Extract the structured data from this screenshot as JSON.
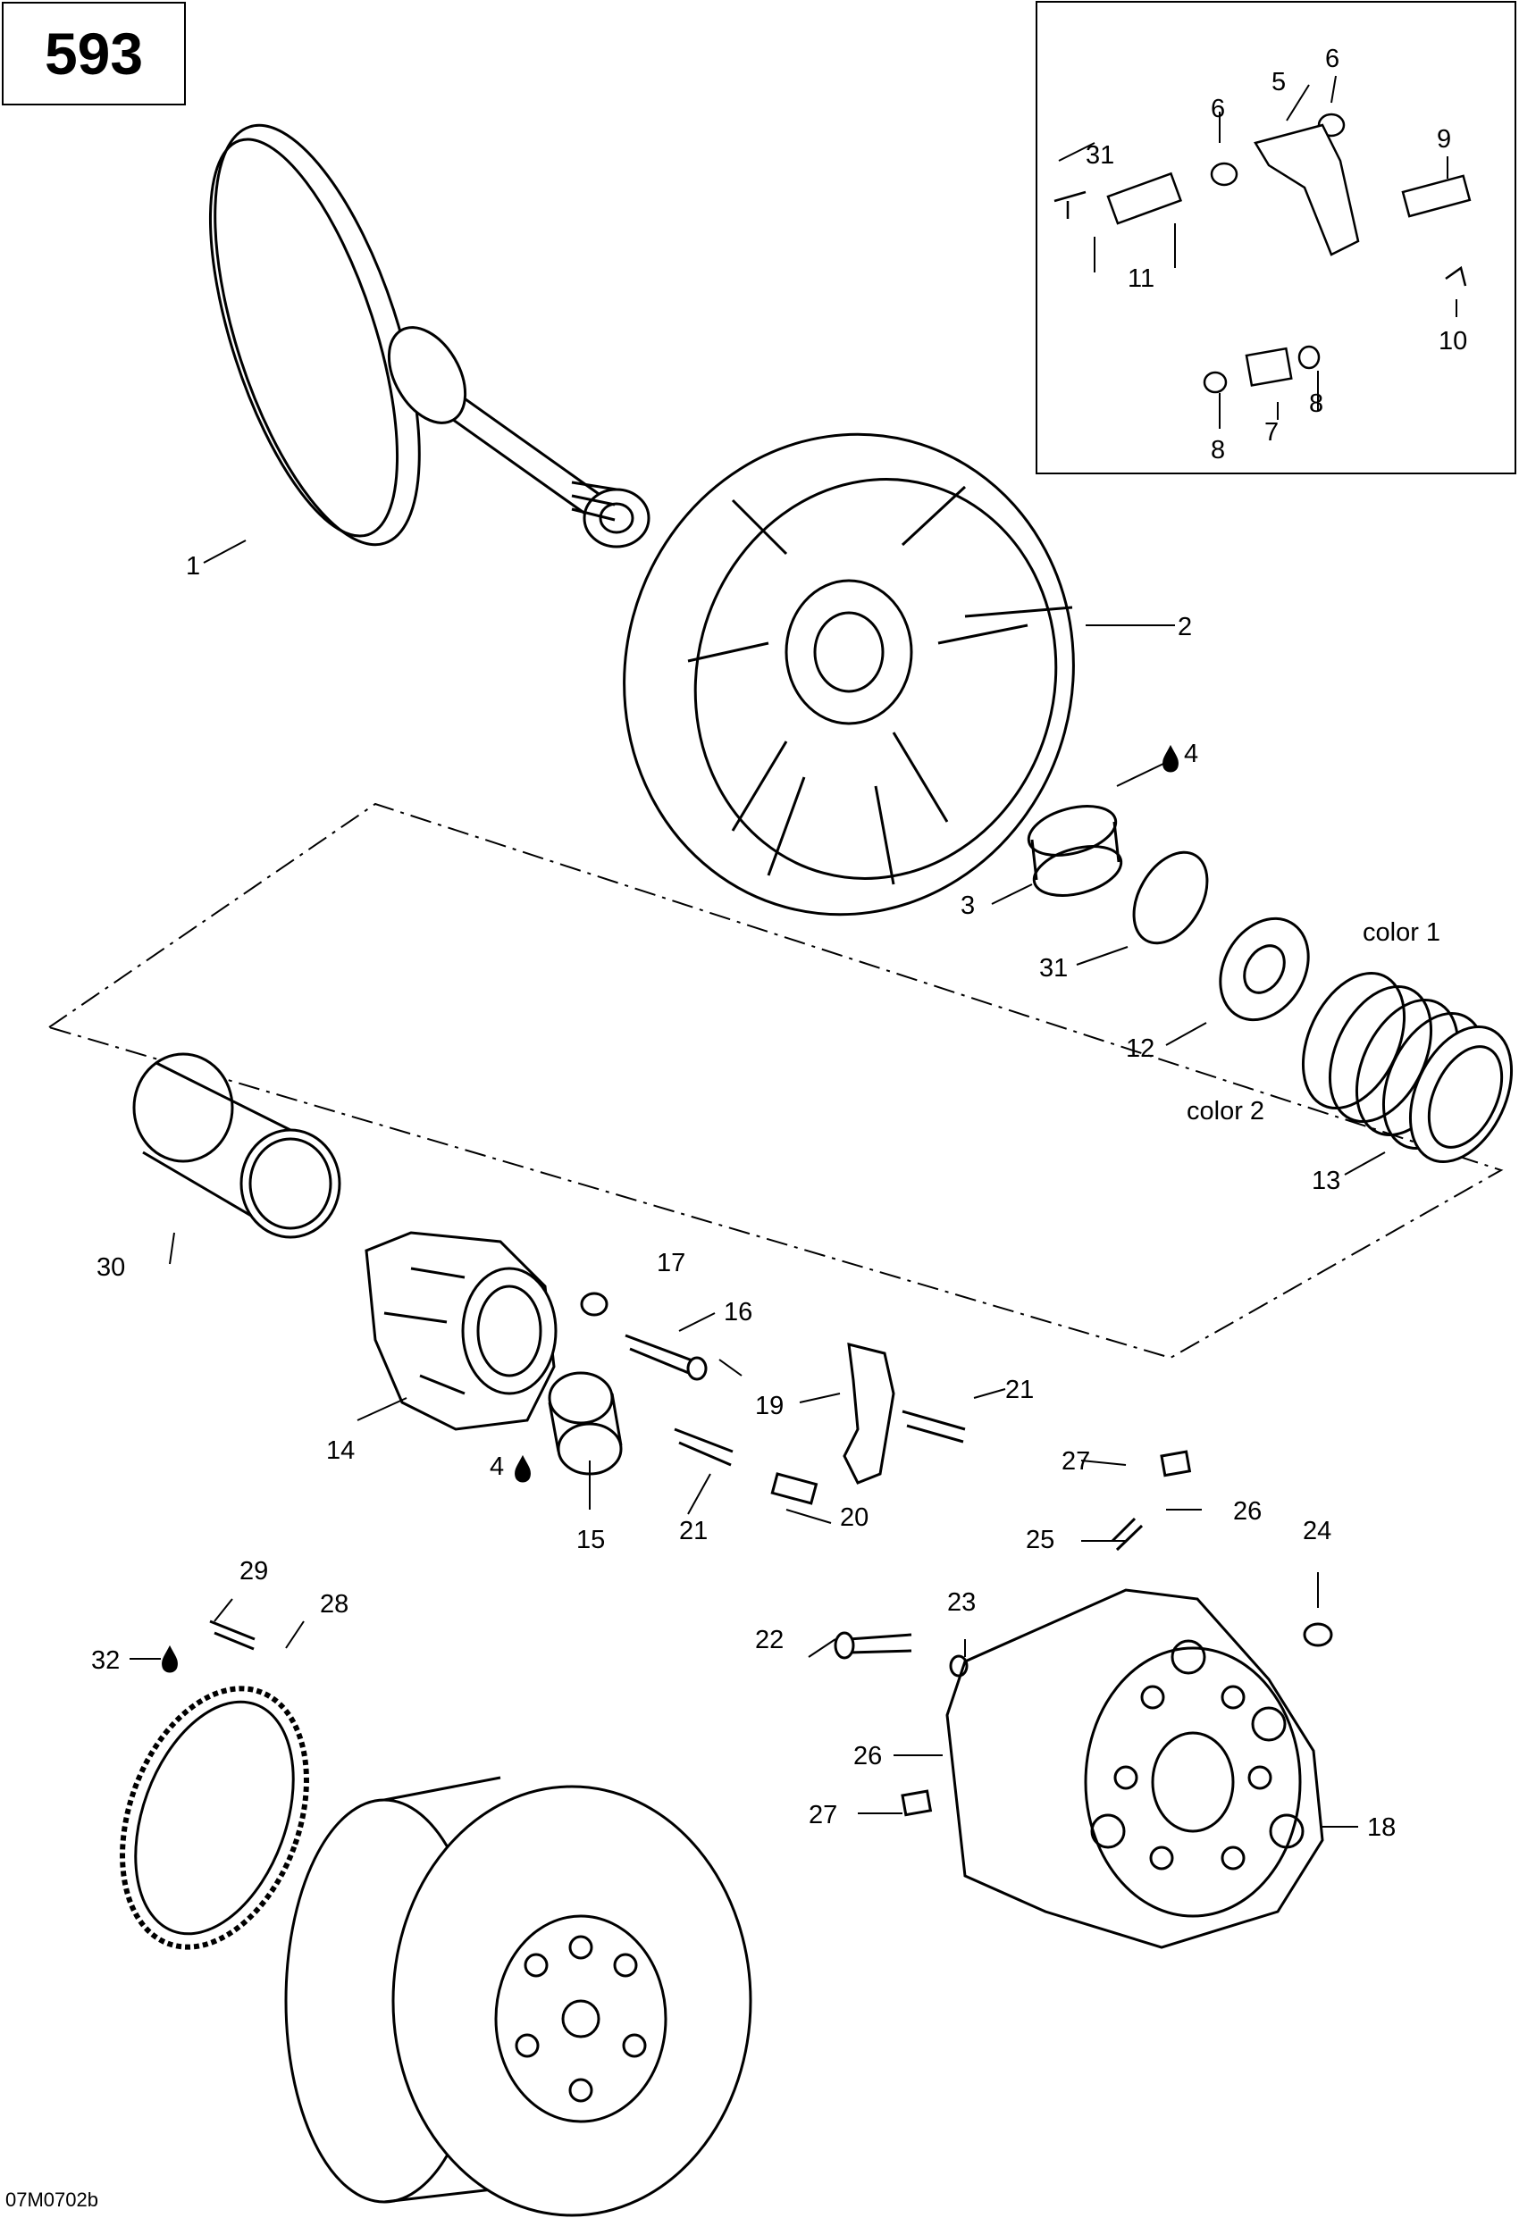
{
  "page": {
    "number": "593",
    "figure_id": "07M0702b"
  },
  "labels": {
    "l1": "1",
    "l2": "2",
    "l3": "3",
    "l4a": "4",
    "l4b": "4",
    "l5": "5",
    "l6a": "6",
    "l6b": "6",
    "l7": "7",
    "l8a": "8",
    "l8b": "8",
    "l9": "9",
    "l10": "10",
    "l11": "11",
    "l12": "12",
    "l13": "13",
    "l14": "14",
    "l15": "15",
    "l16": "16",
    "l17": "17",
    "l18": "18",
    "l19": "19",
    "l20": "20",
    "l21a": "21",
    "l21b": "21",
    "l22": "22",
    "l23": "23",
    "l24": "24",
    "l25": "25",
    "l26a": "26",
    "l26b": "26",
    "l27a": "27",
    "l27b": "27",
    "l28": "28",
    "l29": "29",
    "l30": "30",
    "l31a": "31",
    "l31b": "31",
    "l32": "32",
    "color1": "color 1",
    "color2": "color 2"
  },
  "icons": {
    "lubricant": "oil-drop-icon"
  }
}
